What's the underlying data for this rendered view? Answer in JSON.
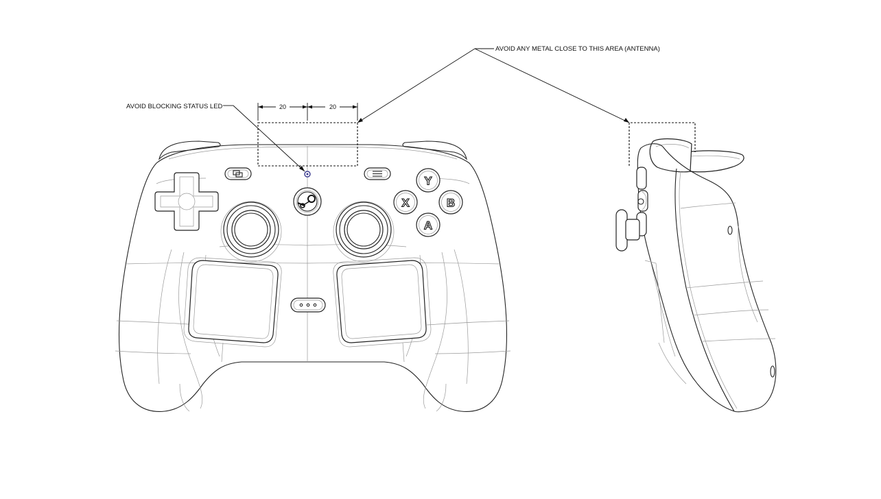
{
  "annotations": {
    "antenna": "AVOID ANY METAL CLOSE TO THIS AREA (ANTENNA)",
    "status_led": "AVOID BLOCKING STATUS LED"
  },
  "dimensions": {
    "left": "20",
    "right": "20"
  },
  "face_buttons": {
    "y": "Y",
    "x": "X",
    "b": "B",
    "a": "A"
  },
  "colors": {
    "line": "#222222",
    "led": "#3b3b8f",
    "background": "#ffffff"
  }
}
